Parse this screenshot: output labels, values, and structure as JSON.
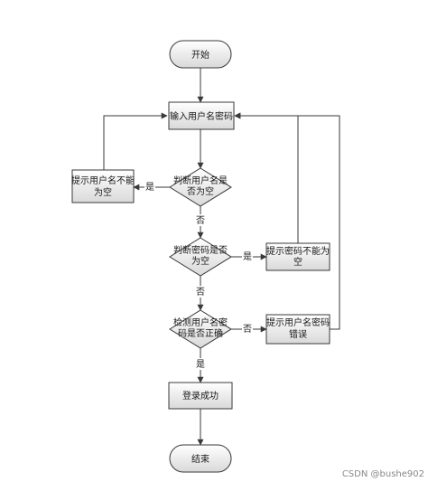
{
  "colors": {
    "node_fill_top": "#ffffff",
    "node_fill_bottom": "#d9d9d9",
    "stroke": "#3a3a3a",
    "line": "#3a3a3a"
  },
  "nodes": {
    "start": {
      "lines": [
        "开始"
      ]
    },
    "input": {
      "lines": [
        "输入用户名密码"
      ]
    },
    "check_user": {
      "lines": [
        "判断用户名是",
        "否为空"
      ]
    },
    "msg_user_empty": {
      "lines": [
        "提示用户名不能",
        "为空"
      ]
    },
    "check_pwd": {
      "lines": [
        "判断密码是否",
        "为空"
      ]
    },
    "msg_pwd_empty": {
      "lines": [
        "提示密码不能为",
        "空"
      ]
    },
    "check_correct": {
      "lines": [
        "检测用户名密",
        "码是否正确"
      ]
    },
    "msg_wrong": {
      "lines": [
        "提示用户名密码",
        "错误"
      ]
    },
    "success": {
      "lines": [
        "登录成功"
      ]
    },
    "end": {
      "lines": [
        "结束"
      ]
    }
  },
  "edge_labels": {
    "user_yes": "是",
    "user_no": "否",
    "pwd_yes": "是",
    "pwd_no": "否",
    "correct_no": "否",
    "correct_yes": "是"
  },
  "watermark": "CSDN @bushe902"
}
